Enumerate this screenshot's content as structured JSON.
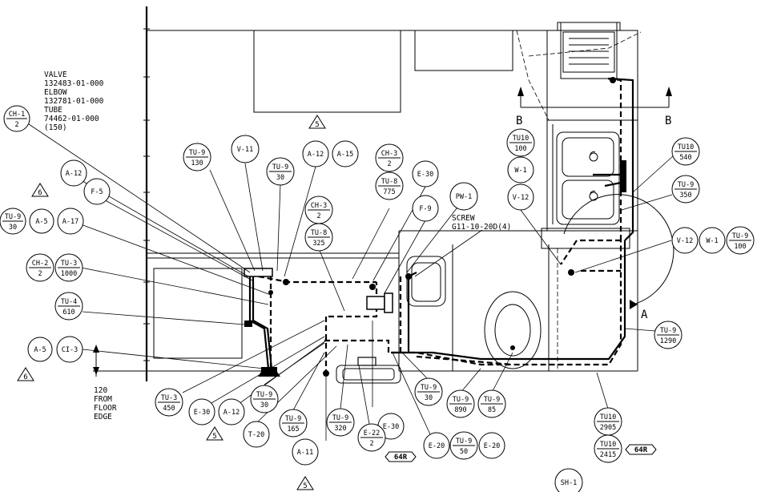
{
  "notes": {
    "valve_block": [
      "VALVE",
      "132483-01-000",
      "ELBOW",
      "132781-01-000",
      "TUBE",
      "74462-01-000",
      "(150)"
    ],
    "screw": [
      "SCREW",
      "G11-10-20D(4)"
    ],
    "floor_edge": [
      "120",
      "FROM",
      "FLOOR",
      "EDGE"
    ]
  },
  "section_labels": {
    "left": "B",
    "right": "B",
    "detail": "A"
  },
  "triangles": [
    {
      "label": "5"
    },
    {
      "label": "6"
    },
    {
      "label": "6"
    },
    {
      "label": "5"
    },
    {
      "label": "5"
    }
  ],
  "tags": [
    {
      "label": "64R"
    },
    {
      "label": "64R"
    }
  ],
  "callouts": [
    {
      "id": "ch1-2",
      "type": "split",
      "top": "CH-1",
      "bottom": "2"
    },
    {
      "id": "a12-a",
      "type": "single",
      "label": "A-12"
    },
    {
      "id": "f5",
      "type": "single",
      "label": "F-5"
    },
    {
      "id": "tu9-30-a",
      "type": "split",
      "top": "TU-9",
      "bottom": "30"
    },
    {
      "id": "a5-a",
      "type": "single",
      "label": "A-5"
    },
    {
      "id": "a17",
      "type": "single",
      "label": "A-17"
    },
    {
      "id": "ch2-2",
      "type": "split",
      "top": "CH-2",
      "bottom": "2"
    },
    {
      "id": "tu3-1000",
      "type": "split",
      "top": "TU-3",
      "bottom": "1000"
    },
    {
      "id": "tu4-610",
      "type": "split",
      "top": "TU-4",
      "bottom": "610"
    },
    {
      "id": "a5-b",
      "type": "single",
      "label": "A-5"
    },
    {
      "id": "ci3",
      "type": "single",
      "label": "CI-3"
    },
    {
      "id": "tu9-130",
      "type": "split",
      "top": "TU-9",
      "bottom": "130"
    },
    {
      "id": "v11",
      "type": "single",
      "label": "V-11"
    },
    {
      "id": "tu9-30-b",
      "type": "split",
      "top": "TU-9",
      "bottom": "30"
    },
    {
      "id": "a12-b",
      "type": "single",
      "label": "A-12"
    },
    {
      "id": "a15",
      "type": "single",
      "label": "A-15"
    },
    {
      "id": "ch3-2-a",
      "type": "split",
      "top": "CH-3",
      "bottom": "2"
    },
    {
      "id": "tu8-775",
      "type": "split",
      "top": "TU-8",
      "bottom": "775"
    },
    {
      "id": "e30-a",
      "type": "single",
      "label": "E-30"
    },
    {
      "id": "ch3-2-b",
      "type": "split",
      "top": "CH-3",
      "bottom": "2"
    },
    {
      "id": "tu8-325",
      "type": "split",
      "top": "TU-8",
      "bottom": "325"
    },
    {
      "id": "f9",
      "type": "single",
      "label": "F-9"
    },
    {
      "id": "pw1",
      "type": "single",
      "label": "PW-1"
    },
    {
      "id": "tu10-100",
      "type": "split",
      "top": "TU10",
      "bottom": "100"
    },
    {
      "id": "w1-a",
      "type": "single",
      "label": "W-1"
    },
    {
      "id": "v12-a",
      "type": "single",
      "label": "V-12"
    },
    {
      "id": "tu10-540",
      "type": "split",
      "top": "TU10",
      "bottom": "540"
    },
    {
      "id": "tu9-350",
      "type": "split",
      "top": "TU-9",
      "bottom": "350"
    },
    {
      "id": "v12-b",
      "type": "single",
      "label": "V-12"
    },
    {
      "id": "w1-b",
      "type": "single",
      "label": "W-1"
    },
    {
      "id": "tu9-100",
      "type": "split",
      "top": "TU-9",
      "bottom": "100"
    },
    {
      "id": "tu9-1290",
      "type": "split",
      "top": "TU-9",
      "bottom": "1290"
    },
    {
      "id": "tu3-450",
      "type": "split",
      "top": "TU-3",
      "bottom": "450"
    },
    {
      "id": "e30-b",
      "type": "single",
      "label": "E-30"
    },
    {
      "id": "a12-c",
      "type": "single",
      "label": "A-12"
    },
    {
      "id": "tu9-30-c",
      "type": "split",
      "top": "TU-9",
      "bottom": "30"
    },
    {
      "id": "t20",
      "type": "single",
      "label": "T-20"
    },
    {
      "id": "tu9-165",
      "type": "split",
      "top": "TU-9",
      "bottom": "165"
    },
    {
      "id": "a11",
      "type": "single",
      "label": "A-11"
    },
    {
      "id": "tu9-320",
      "type": "split",
      "top": "TU-9",
      "bottom": "320"
    },
    {
      "id": "e30-c",
      "type": "single",
      "label": "E-30"
    },
    {
      "id": "e22-2",
      "type": "split",
      "top": "E-22",
      "bottom": "2"
    },
    {
      "id": "tu9-30-d",
      "type": "split",
      "top": "TU-9",
      "bottom": "30"
    },
    {
      "id": "e20-a",
      "type": "single",
      "label": "E-20"
    },
    {
      "id": "tu9-50",
      "type": "split",
      "top": "TU-9",
      "bottom": "50"
    },
    {
      "id": "e20-b",
      "type": "single",
      "label": "E-20"
    },
    {
      "id": "tu9-890",
      "type": "split",
      "top": "TU-9",
      "bottom": "890"
    },
    {
      "id": "tu9-85",
      "type": "split",
      "top": "TU-9",
      "bottom": "85"
    },
    {
      "id": "tu10-2905",
      "type": "split",
      "top": "TU10",
      "bottom": "2905"
    },
    {
      "id": "tu10-2415",
      "type": "split",
      "top": "TU10",
      "bottom": "2415"
    },
    {
      "id": "sh1",
      "type": "single",
      "label": "SH-1"
    }
  ]
}
